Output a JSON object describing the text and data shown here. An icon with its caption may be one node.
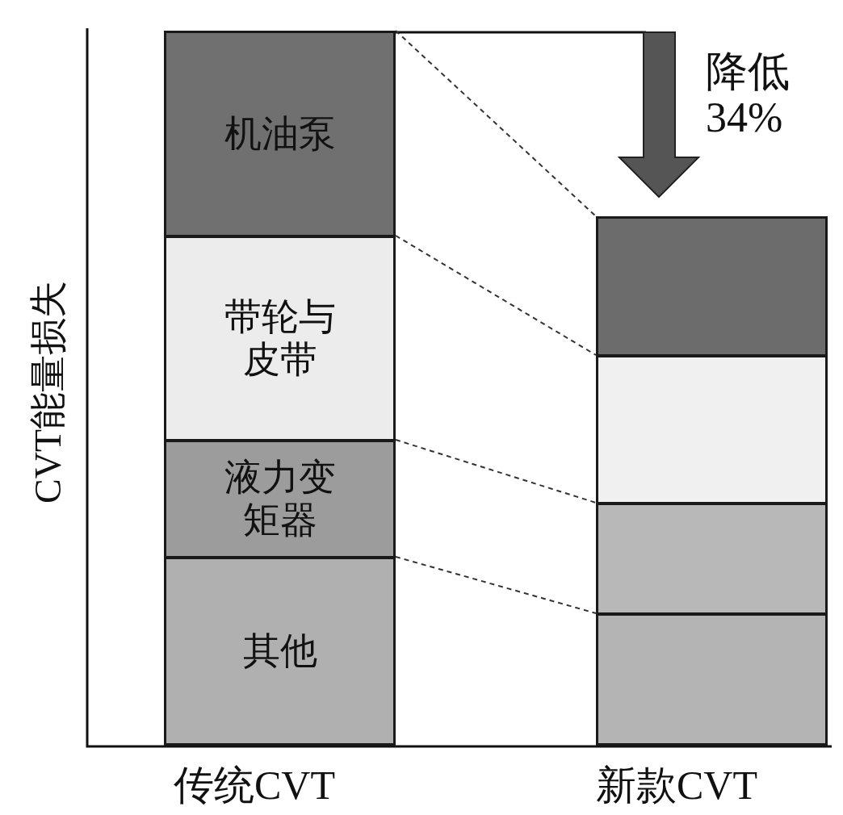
{
  "diagram": {
    "nodes": [
      {
        "text": [
          "机油泵"
        ]
      },
      {
        "text": [
          "带轮与皮带"
        ]
      },
      {
        "text": [
          "液力变矩器"
        ]
      },
      {
        "text": [
          "其他"
        ]
      },
      {
        "text": [],
        "shape": "box"
      },
      {
        "text": [],
        "shape": "box"
      },
      {
        "text": [],
        "shape": "box"
      },
      {
        "text": [],
        "shape": "box"
      }
    ],
    "edges": [
      {
        "from": 0,
        "to": 4,
        "arrow": "none",
        "style": "dashed"
      },
      {
        "from": 1,
        "to": 5,
        "arrow": "none",
        "style": "dashed"
      },
      {
        "from": 2,
        "to": 6,
        "arrow": "none",
        "style": "dashed"
      },
      {
        "from": 3,
        "to": 7,
        "arrow": "none",
        "style": "dashed"
      }
    ],
    "labels": [
      "降低34%",
      "CVT能量损失",
      "传统CVT",
      "新款CVT"
    ]
  }
}
